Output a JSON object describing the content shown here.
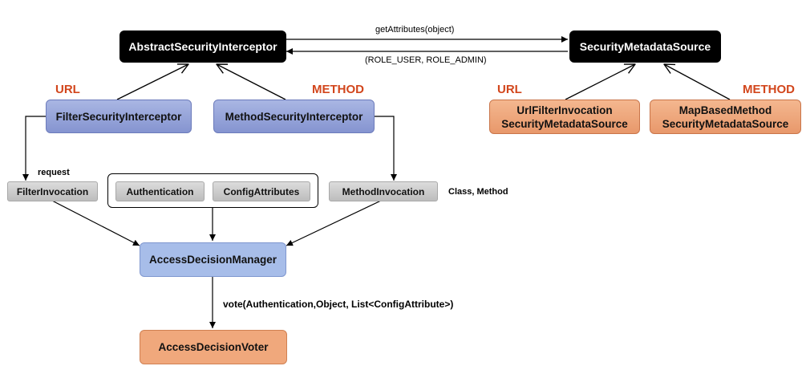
{
  "nodes": {
    "abstract_security_interceptor": "AbstractSecurityInterceptor",
    "security_metadata_source": "SecurityMetadataSource",
    "filter_security_interceptor": "FilterSecurityInterceptor",
    "method_security_interceptor": "MethodSecurityInterceptor",
    "url_filter_invocation_sms": [
      "UrlFilterInvocation",
      "SecurityMetadataSource"
    ],
    "map_based_method_sms": [
      "MapBasedMethod",
      "SecurityMetadataSource"
    ],
    "filter_invocation": "FilterInvocation",
    "authentication": "Authentication",
    "config_attributes": "ConfigAttributes",
    "method_invocation": "MethodInvocation",
    "access_decision_manager": "AccessDecisionManager",
    "access_decision_voter": "AccessDecisionVoter"
  },
  "labels": {
    "url_left": "URL",
    "method_left": "METHOD",
    "url_right": "URL",
    "method_right": "METHOD",
    "get_attributes": "getAttributes(object)",
    "roles": "(ROLE_USER, ROLE_ADMIN)",
    "request": "request",
    "class_method": "Class, Method",
    "vote": "vote(Authentication,Object, List<ConfigAttribute>)"
  },
  "colors": {
    "black_node": "#000000",
    "blue_node": "#8f9dd6",
    "orange_node": "#ee a57a",
    "gray_node": "#cccccc",
    "red_label": "#d2461c"
  }
}
